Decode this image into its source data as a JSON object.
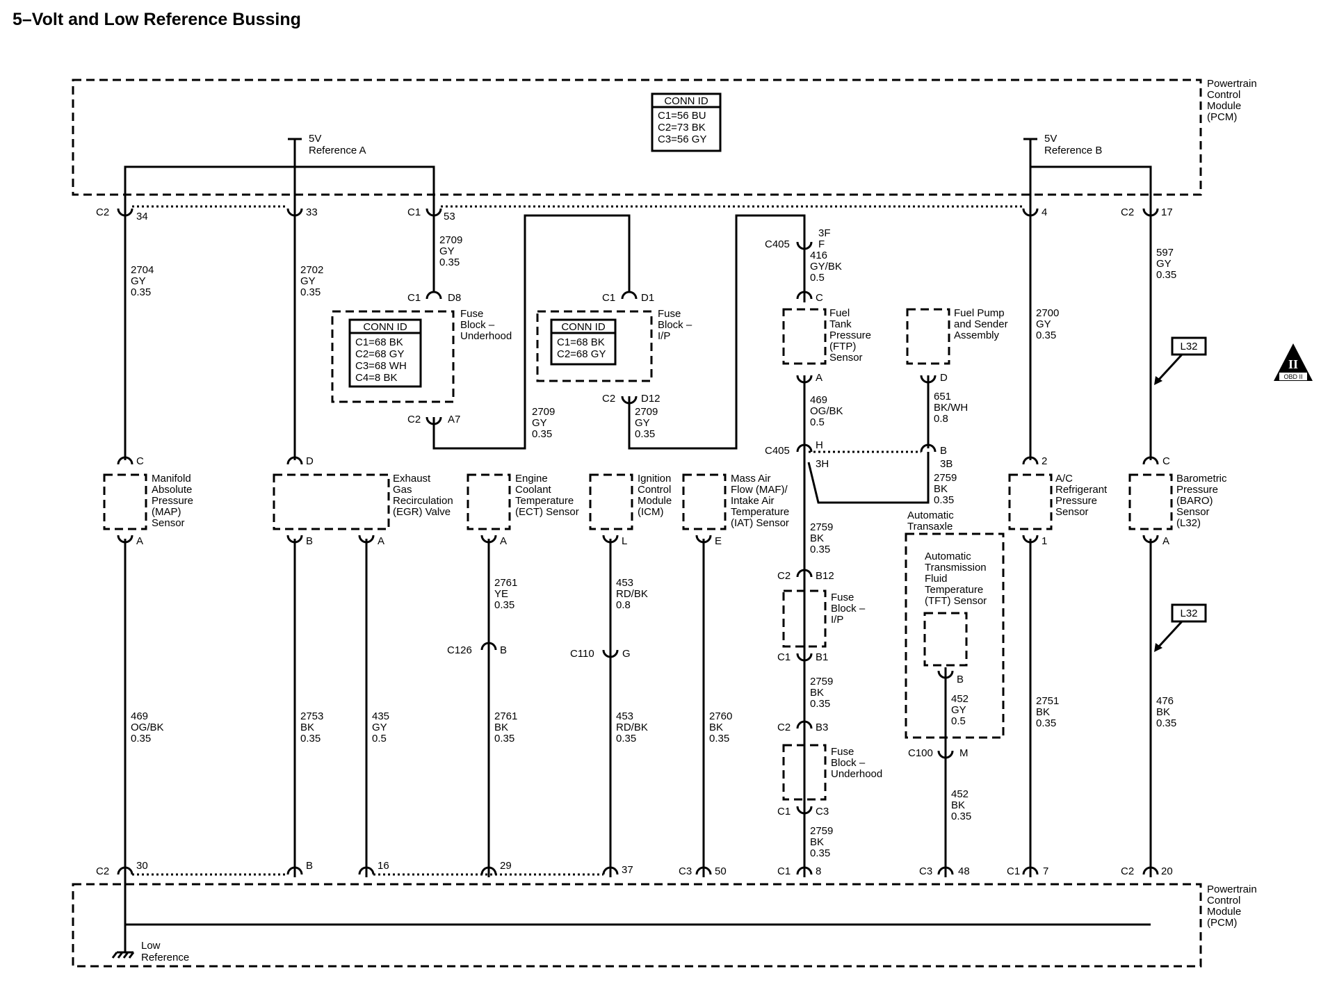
{
  "title": "5–Volt and Low Reference Bussing",
  "pcm": {
    "line1": "Powertrain",
    "line2": "Control",
    "line3": "Module",
    "line4": "(PCM)"
  },
  "pcm_conn": {
    "head": "CONN ID",
    "c1": "C1=56 BU",
    "c2": "C2=73 BK",
    "c3": "C3=56 GY"
  },
  "ref_a": {
    "v": "5V",
    "name": "Reference A"
  },
  "ref_b": {
    "v": "5V",
    "name": "Reference B"
  },
  "low_ref": {
    "l1": "Low",
    "l2": "Reference"
  },
  "fb_uh": {
    "head": "CONN ID",
    "c1": "C1=68 BK",
    "c2": "C2=68 GY",
    "c3": "C3=68 WH",
    "c4": "C4=8 BK",
    "n1": "Fuse",
    "n2": "Block –",
    "n3": "Underhood"
  },
  "fb_ip": {
    "head": "CONN ID",
    "c1": "C1=68 BK",
    "c2": "C2=68 GY",
    "n1": "Fuse",
    "n2": "Block –",
    "n3": "I/P"
  },
  "pins": {
    "c2": "C2",
    "c1": "C1",
    "c3": "C3",
    "p34": "34",
    "p33": "33",
    "p53": "53",
    "p4": "4",
    "p17": "17",
    "p30": "30",
    "pB": "B",
    "p16": "16",
    "p29": "29",
    "p37": "37",
    "p50": "50",
    "p8": "8",
    "p48": "48",
    "p7": "7",
    "p20": "20",
    "D8": "D8",
    "A7": "A7",
    "D1": "D1",
    "D12": "D12",
    "C405": "C405",
    "p3F": "3F",
    "pF": "F",
    "pC": "C",
    "pA": "A",
    "pD": "D",
    "pH": "H",
    "p3H": "3H",
    "p3B": "3B",
    "B12": "B12",
    "B1": "B1",
    "B3": "B3",
    "C3b": "C3",
    "C126": "C126",
    "C110": "C110",
    "pG": "G",
    "pL": "L",
    "pE": "E",
    "C100": "C100",
    "pM": "M",
    "p2": "2",
    "p1": "1"
  },
  "wires": {
    "w2704": [
      "2704",
      "GY",
      "0.35"
    ],
    "w2702": [
      "2702",
      "GY",
      "0.35"
    ],
    "w2709a": [
      "2709",
      "GY",
      "0.35"
    ],
    "w2709b": [
      "2709",
      "GY",
      "0.35"
    ],
    "w2709c": [
      "2709",
      "GY",
      "0.35"
    ],
    "w416": [
      "416",
      "GY/BK",
      "0.5"
    ],
    "w469a": [
      "469",
      "OG/BK",
      "0.5"
    ],
    "w651": [
      "651",
      "BK/WH",
      "0.8"
    ],
    "w2759a": [
      "2759",
      "BK",
      "0.35"
    ],
    "w2759b": [
      "2759",
      "BK",
      "0.35"
    ],
    "w2759c": [
      "2759",
      "BK",
      "0.35"
    ],
    "w2759d": [
      "2759",
      "BK",
      "0.35"
    ],
    "w2700": [
      "2700",
      "GY",
      "0.35"
    ],
    "w597": [
      "597",
      "GY",
      "0.35"
    ],
    "w469b": [
      "469",
      "OG/BK",
      "0.35"
    ],
    "w2753": [
      "2753",
      "BK",
      "0.35"
    ],
    "w435": [
      "435",
      "GY",
      "0.5"
    ],
    "w2761a": [
      "2761",
      "YE",
      "0.35"
    ],
    "w2761b": [
      "2761",
      "BK",
      "0.35"
    ],
    "w453a": [
      "453",
      "RD/BK",
      "0.8"
    ],
    "w453b": [
      "453",
      "RD/BK",
      "0.35"
    ],
    "w2760": [
      "2760",
      "BK",
      "0.35"
    ],
    "w452a": [
      "452",
      "GY",
      "0.5"
    ],
    "w452b": [
      "452",
      "BK",
      "0.35"
    ],
    "w2751": [
      "2751",
      "BK",
      "0.35"
    ],
    "w476": [
      "476",
      "BK",
      "0.35"
    ]
  },
  "sensors": {
    "map": [
      "Manifold",
      "Absolute",
      "Pressure",
      "(MAP)",
      "Sensor"
    ],
    "egr": [
      "Exhaust",
      "Gas",
      "Recirculation",
      "(EGR) Valve"
    ],
    "ect": [
      "Engine",
      "Coolant",
      "Temperature",
      "(ECT) Sensor"
    ],
    "icm": [
      "Ignition",
      "Control",
      "Module",
      "(ICM)"
    ],
    "maf": [
      "Mass Air",
      "Flow (MAF)/",
      "Intake Air",
      "Temperature",
      "(IAT) Sensor"
    ],
    "ftp": [
      "Fuel",
      "Tank",
      "Pressure",
      "(FTP)",
      "Sensor"
    ],
    "fpump": [
      "Fuel Pump",
      "and Sender",
      "Assembly"
    ],
    "ac": [
      "A/C",
      "Refrigerant",
      "Pressure",
      "Sensor"
    ],
    "baro": [
      "Barometric",
      "Pressure",
      "(BARO)",
      "Sensor",
      "(L32)"
    ],
    "tft": [
      "Automatic",
      "Transmission",
      "Fluid",
      "Temperature",
      "(TFT) Sensor"
    ],
    "trans": [
      "Automatic",
      "Transaxle"
    ],
    "fb_ip2": [
      "Fuse",
      "Block –",
      "I/P"
    ],
    "fb_uh2": [
      "Fuse",
      "Block –",
      "Underhood"
    ]
  },
  "l32": "L32",
  "obd": {
    "big": "II",
    "small": "OBD II"
  }
}
